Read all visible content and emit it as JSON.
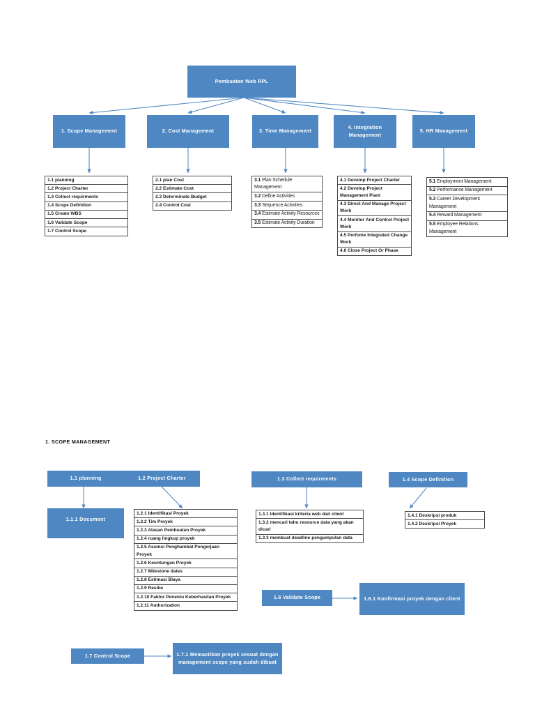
{
  "document": {
    "title": "WBS Pembuatan Web RPL",
    "accent_color": "#4E87C2",
    "border_color": "#4a4a4a",
    "text_on_accent": "#ffffff"
  },
  "wbs_top": {
    "root": {
      "label": "Pembuatan Web RPL"
    },
    "level1": [
      {
        "label": "1. Scope Management"
      },
      {
        "label": "2. Cost Management"
      },
      {
        "label": "3. Time Management"
      },
      {
        "label": "4. Integration Management"
      },
      {
        "label": "5. HR Management"
      }
    ],
    "tables": [
      {
        "name": "scope-management-items",
        "style": "bold",
        "items": [
          "1.1 planning",
          "1.2 Project Charter",
          "1.3 Collect requirments",
          "1.4 Scope Definition",
          "1.5  Create WBS",
          "1.6 Validate Scope",
          "1.7 Control Scope"
        ]
      },
      {
        "name": "cost-management-items",
        "style": "bold",
        "items": [
          "2.1 plan Cost",
          "2.2 Estimate Cost",
          "2.3  Determinate Budget",
          "2.4 Control Cost"
        ]
      },
      {
        "name": "time-management-items",
        "style": "plain",
        "items": [
          "3.1 Plan Schedule Management",
          "3.2 Define Activities",
          "3.3 Sequence Activities",
          "3.4 Estimate Activity Resources",
          "3.5 Estimate Activity Duration"
        ]
      },
      {
        "name": "integration-management-items",
        "style": "bold",
        "items": [
          "4.1Develop Project Charter",
          "4.2 Develop Project Management Plant",
          "4.3 Direct And Manage Project Work",
          "4.4 Monitor And Control Project Work",
          "4.5  Perfome Integrated Change Work",
          "4.6 Close Project Or Phase"
        ]
      },
      {
        "name": "hr-management-items",
        "style": "plain",
        "items": [
          "5.1 Employment Management",
          "5.2 Performance Management",
          "5.3Career Development Management",
          "5.4 Reward Management",
          "5.5 Employee Relations Management"
        ]
      }
    ]
  },
  "scope_section": {
    "heading": "1. SCOPE MANAGEMENT",
    "nodes": {
      "planning": "1.1 planning",
      "project_charter": "1.2 Project Charter",
      "document": "1.1.1 Document",
      "collect_requirments": "1.3  Collect requirments",
      "scope_definition": "1.4 Scope Definition",
      "validate_scope": "1.6 Validate Scope",
      "validate_scope_child": "1.6.1 Konfirmasi proyek dengan client",
      "control_scope": "1.7 Control Scope",
      "control_scope_child": "1.7.1 Memastikan proyek sesuat dengan management scope yang sudah dibuat"
    },
    "charter_items": [
      "1.2.1 Identifikasi Proyek",
      "1.2.2 Tim Proyek",
      "1.2.3  Alasan Pembuatan Proyek",
      "1.2.4 ruang lingkup proyek",
      "1.2.5 Asumsi Penghambat Pengerjaan Proyek",
      "1.2.6 Keuntungan Proyek",
      "1.2.7 Milestone dates",
      "1.2.8 Estimasi Biaya",
      "1.2.9 Resiko",
      "1.2.10 Faktor Penentu Keberhasilan Proyek",
      "1.2.11 Authorization"
    ],
    "collect_items": [
      "1.3.1 Identifikasi kriteria web dari client",
      "1.3.2 mencari tahu resource data yang akan dicari",
      "1.3.3  membuat deadline pengumpulan data"
    ],
    "definition_items": [
      "1.4.1 Deskripsi produk",
      "1.4.2 Deskripsi Proyek"
    ]
  }
}
